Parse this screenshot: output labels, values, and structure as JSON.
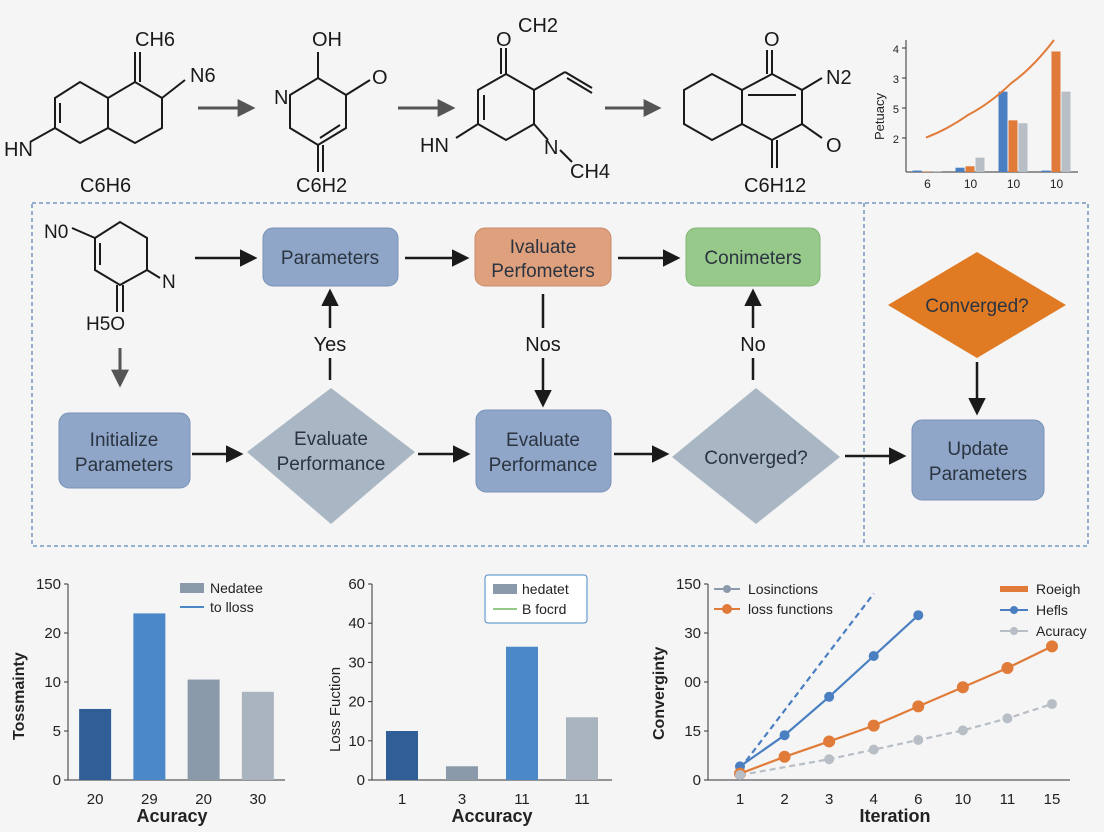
{
  "molecules": {
    "m1": {
      "top": "CH6",
      "right": "N6",
      "left": "HN",
      "formula": "C6H6"
    },
    "m2": {
      "top": "OH",
      "right": "O",
      "left": "N",
      "formula": "C6H2"
    },
    "m3": {
      "top": "O",
      "top_group": "CH2",
      "left": "HN",
      "right": "N",
      "right_sub": "CH4",
      "formula": ""
    },
    "m4": {
      "top": "O",
      "right": "N2",
      "right2": "O",
      "formula": "C6H12"
    },
    "m5": {
      "left": "N0",
      "right": "N",
      "bottom": "H5O"
    }
  },
  "flow": {
    "parameters": "Parameters",
    "evaluate_top_1": "Ivaluate",
    "evaluate_top_2": "Perfometers",
    "conimeters": "Conimeters",
    "converged_top": "Converged?",
    "yes": "Yes",
    "nos": "Nos",
    "no": "No",
    "init_1": "Initialize",
    "init_2": "Parameters",
    "eval1_1": "Evaluate",
    "eval1_2": "Performance",
    "eval2_1": "Evaluate",
    "eval2_2": "Performance",
    "converged_mid": "Converged?",
    "update_1": "Update",
    "update_2": "Parameters"
  },
  "colors": {
    "blue": "#8fa6c8",
    "orange": "#dfa07d",
    "green": "#97c98a",
    "diamond": "#a9b6c4",
    "dark_orange": "#e07b24"
  },
  "chart_data": [
    {
      "type": "bar",
      "ylabel": "Petuacy",
      "yticks": [
        "4",
        "3",
        "5",
        "2"
      ],
      "categories": [
        "6",
        "10",
        "10",
        "10"
      ],
      "series": [
        {
          "color": "#4a7fc1",
          "values": [
            0.05,
            0.15,
            2.8,
            0.05
          ]
        },
        {
          "color": "#e07b3a",
          "values": [
            0.02,
            0.2,
            1.8,
            4.2
          ]
        },
        {
          "color": "#b8bec6",
          "values": [
            0.03,
            0.5,
            1.7,
            2.8
          ]
        }
      ],
      "line": {
        "color": "#e07b3a",
        "values": [
          1.2,
          2.0,
          3.1,
          4.6
        ]
      },
      "ylim": [
        0,
        4.6
      ]
    },
    {
      "type": "bar",
      "ylabel": "Tossmainty",
      "xlabel": "Acuracy",
      "yticks": [
        "150",
        "20",
        "10",
        "5",
        "0"
      ],
      "categories": [
        "20",
        "29",
        "20",
        "30"
      ],
      "values": [
        1.45,
        3.4,
        2.05,
        1.8
      ],
      "colors": [
        "#2f5f96",
        "#4a88c8",
        "#8b9aab",
        "#aab4be"
      ],
      "legend": [
        "Nedatee",
        "to lloss"
      ],
      "ylim": [
        0,
        4
      ]
    },
    {
      "type": "bar",
      "ylabel": "Loss Fuction",
      "xlabel": "Accuracy",
      "yticks": [
        "60",
        "40",
        "30",
        "20",
        "10",
        "0"
      ],
      "categories": [
        "1",
        "3",
        "11",
        "11"
      ],
      "values": [
        12.5,
        3.5,
        34,
        16
      ],
      "colors": [
        "#2f5f96",
        "#8b9aab",
        "#4a88c8",
        "#aab4be"
      ],
      "legend": [
        "hedatet",
        "B focrd"
      ],
      "ylim": [
        0,
        50
      ]
    },
    {
      "type": "line",
      "ylabel": "Converginty",
      "xlabel": "Iteration",
      "yticks": [
        "150",
        "30",
        "00",
        "15",
        "0"
      ],
      "categories": [
        "1",
        "2",
        "3",
        "4",
        "6",
        "10",
        "11",
        "15"
      ],
      "legend_left": [
        "Losinctions",
        "loss functions"
      ],
      "legend_right": [
        "Roeigh",
        "Hefls",
        "Acuracy"
      ],
      "ylim": [
        0,
        4
      ],
      "series": [
        {
          "color": "#4a7fc1",
          "dashed": true,
          "marker": false,
          "x": [
            0,
            3
          ],
          "y": [
            0.15,
            3.8
          ]
        },
        {
          "color": "#4a7fc1",
          "dashed": false,
          "marker": true,
          "x": [
            0,
            1,
            2,
            3,
            4
          ],
          "y": [
            0.2,
            0.85,
            1.65,
            2.5,
            3.35
          ]
        },
        {
          "color": "#e07b3a",
          "dashed": false,
          "marker": true,
          "x": [
            0,
            1,
            2,
            3,
            4,
            5,
            6,
            7
          ],
          "y": [
            0.05,
            0.4,
            0.72,
            1.05,
            1.45,
            1.85,
            2.25,
            2.7
          ]
        },
        {
          "color": "#b8bec6",
          "dashed": true,
          "marker": true,
          "x": [
            0,
            2,
            3,
            4,
            5,
            6,
            7
          ],
          "y": [
            0.02,
            0.35,
            0.55,
            0.75,
            0.95,
            1.2,
            1.5
          ]
        }
      ]
    }
  ]
}
